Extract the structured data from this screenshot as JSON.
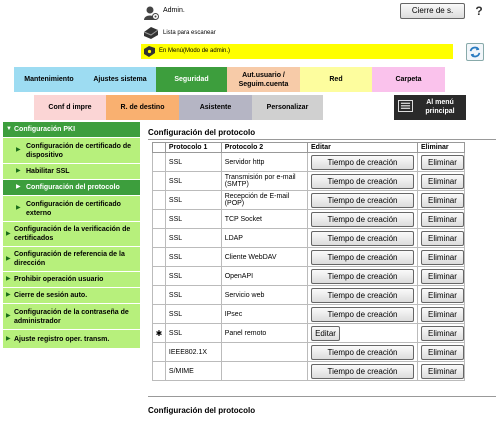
{
  "header": {
    "user_label": "Admin.",
    "logout_label": "Cierre de s.",
    "help_label": "?",
    "scan_label": "Lista para escanear",
    "mode_label": "En Menú(Modo de admin.)"
  },
  "tabs_row1": [
    {
      "label": "Mantenimiento"
    },
    {
      "label": "Ajustes sistema"
    },
    {
      "label": "Seguridad",
      "active": true
    },
    {
      "label_line1": "Aut.usuario /",
      "label_line2": "Seguim.cuenta"
    },
    {
      "label": "Red"
    },
    {
      "label": "Carpeta"
    }
  ],
  "tabs_row2": [
    {
      "label": "Conf d impre"
    },
    {
      "label": "R. de destino"
    },
    {
      "label": "Asistente"
    },
    {
      "label": "Personalizar"
    }
  ],
  "main_menu": {
    "line1": "Al menú",
    "line2": "principal"
  },
  "sidebar": {
    "items": [
      {
        "label": "Configuración PKI"
      },
      {
        "label": "Configuración de certificado de dispositivo"
      },
      {
        "label": "Habilitar SSL"
      },
      {
        "label": "Configuración del protocolo"
      },
      {
        "label": "Configuración de certificado externo"
      },
      {
        "label": "Configuración de la verificación de certificados"
      },
      {
        "label": "Configuración de referencia de la dirección"
      },
      {
        "label": "Prohibir operación usuario"
      },
      {
        "label": "Cierre de sesión auto."
      },
      {
        "label": "Configuración de la contraseña de administrador"
      },
      {
        "label": "Ajuste registro oper. transm."
      }
    ]
  },
  "content": {
    "title": "Configuración del protocolo",
    "bottom_title": "Configuración del protocolo",
    "columns": [
      "",
      "Protocolo 1",
      "Protocolo 2",
      "Editar",
      "Eliminar"
    ],
    "create_label": "Tiempo de creación",
    "edit_label": "Editar",
    "delete_label": "Eliminar",
    "rows": [
      {
        "star": "",
        "p1": "SSL",
        "p2": "Servidor http",
        "action": "create"
      },
      {
        "star": "",
        "p1": "SSL",
        "p2": "Transmisión por e-mail (SMTP)",
        "action": "create"
      },
      {
        "star": "",
        "p1": "SSL",
        "p2": "Recepción de E-mail (POP)",
        "action": "create"
      },
      {
        "star": "",
        "p1": "SSL",
        "p2": "TCP Socket",
        "action": "create"
      },
      {
        "star": "",
        "p1": "SSL",
        "p2": "LDAP",
        "action": "create"
      },
      {
        "star": "",
        "p1": "SSL",
        "p2": "Cliente WebDAV",
        "action": "create"
      },
      {
        "star": "",
        "p1": "SSL",
        "p2": "OpenAPI",
        "action": "create"
      },
      {
        "star": "",
        "p1": "SSL",
        "p2": "Servicio web",
        "action": "create"
      },
      {
        "star": "",
        "p1": "SSL",
        "p2": "IPsec",
        "action": "create"
      },
      {
        "star": "✱",
        "p1": "SSL",
        "p2": "Panel remoto",
        "action": "edit"
      },
      {
        "star": "",
        "p1": "IEEE802.1X",
        "p2": "",
        "action": "create"
      },
      {
        "star": "",
        "p1": "S/MIME",
        "p2": "",
        "action": "create"
      }
    ]
  },
  "colors": {
    "security_green": "#3d9e3d",
    "sidebar_green": "#b7f07c",
    "mode_yellow": "#ffff00"
  },
  "icons": [
    "admin-icon",
    "scanner-icon",
    "mode-icon",
    "help-icon",
    "refresh-icon",
    "main-menu-icon",
    "arrow-icon"
  ]
}
